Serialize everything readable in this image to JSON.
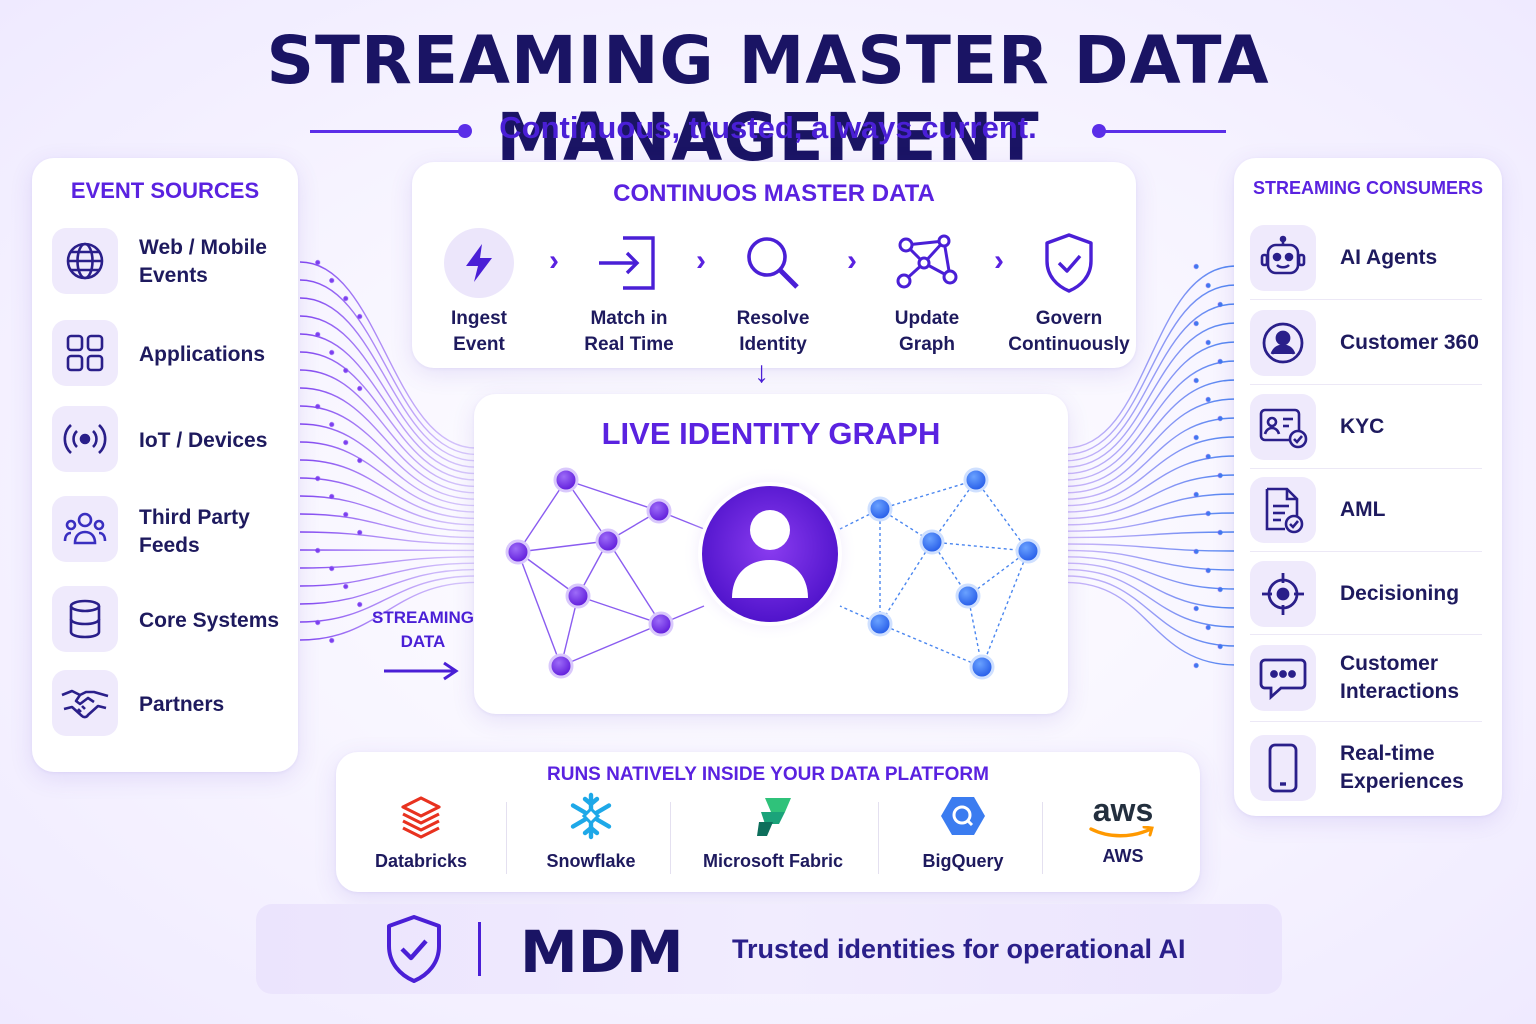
{
  "title": "STREAMING MASTER DATA MANAGEMENT",
  "subtitle": "Continuous, trusted, always current.",
  "colors": {
    "brand_purple": "#5a22e0",
    "navy": "#1a1464",
    "blue_node": "#2f6bf0",
    "panel_bg": "#ffffff"
  },
  "event_sources": {
    "heading": "EVENT SOURCES",
    "items": [
      {
        "label_line1": "Web / Mobile",
        "label_line2": "Events",
        "icon": "globe-icon"
      },
      {
        "label_line1": "Applications",
        "label_line2": "",
        "icon": "app-grid-icon"
      },
      {
        "label_line1": "IoT / Devices",
        "label_line2": "",
        "icon": "broadcast-icon"
      },
      {
        "label_line1": "Third Party",
        "label_line2": "Feeds",
        "icon": "users-group-icon"
      },
      {
        "label_line1": "Core Systems",
        "label_line2": "",
        "icon": "database-icon"
      },
      {
        "label_line1": "Partners",
        "label_line2": "",
        "icon": "handshake-icon"
      }
    ]
  },
  "process": {
    "heading": "CONTINUOS MASTER DATA",
    "steps": [
      {
        "line1": "Ingest",
        "line2": "Event",
        "icon": "lightning-icon"
      },
      {
        "line1": "Match in",
        "line2": "Real Time",
        "icon": "sign-in-arrow-icon"
      },
      {
        "line1": "Resolve",
        "line2": "Identity",
        "icon": "magnifier-icon"
      },
      {
        "line1": "Update",
        "line2": "Graph",
        "icon": "graph-nodes-icon"
      },
      {
        "line1": "Govern",
        "line2": "Continuously",
        "icon": "shield-check-icon"
      }
    ],
    "arrow": "›",
    "down_arrow": "↓"
  },
  "graph": {
    "heading": "LIVE IDENTITY GRAPH",
    "center_icon": "user-icon"
  },
  "streaming_label": {
    "line1": "STREAMING",
    "line2": "DATA"
  },
  "consumers": {
    "heading": "STREAMING CONSUMERS",
    "items": [
      {
        "label_line1": "AI Agents",
        "label_line2": "",
        "icon": "robot-icon"
      },
      {
        "label_line1": "Customer 360",
        "label_line2": "",
        "icon": "user-circle-icon"
      },
      {
        "label_line1": "KYC",
        "label_line2": "",
        "icon": "id-card-check-icon"
      },
      {
        "label_line1": "AML",
        "label_line2": "",
        "icon": "document-check-icon"
      },
      {
        "label_line1": "Decisioning",
        "label_line2": "",
        "icon": "target-icon"
      },
      {
        "label_line1": "Customer",
        "label_line2": "Interactions",
        "icon": "chat-bubble-icon"
      },
      {
        "label_line1": "Real-time",
        "label_line2": "Experiences",
        "icon": "smartphone-icon"
      }
    ]
  },
  "platforms": {
    "heading": "RUNS NATIVELY INSIDE YOUR DATA PLATFORM",
    "items": [
      {
        "label": "Databricks",
        "icon": "databricks-logo-icon"
      },
      {
        "label": "Snowflake",
        "icon": "snowflake-logo-icon"
      },
      {
        "label": "Microsoft Fabric",
        "icon": "fabric-logo-icon"
      },
      {
        "label": "BigQuery",
        "icon": "bigquery-logo-icon"
      },
      {
        "label": "AWS",
        "icon": "aws-logo-icon",
        "logo_text": "aws"
      }
    ]
  },
  "footer": {
    "brand": "MDM",
    "tagline": "Trusted identities for operational AI",
    "icon": "shield-check-icon"
  }
}
